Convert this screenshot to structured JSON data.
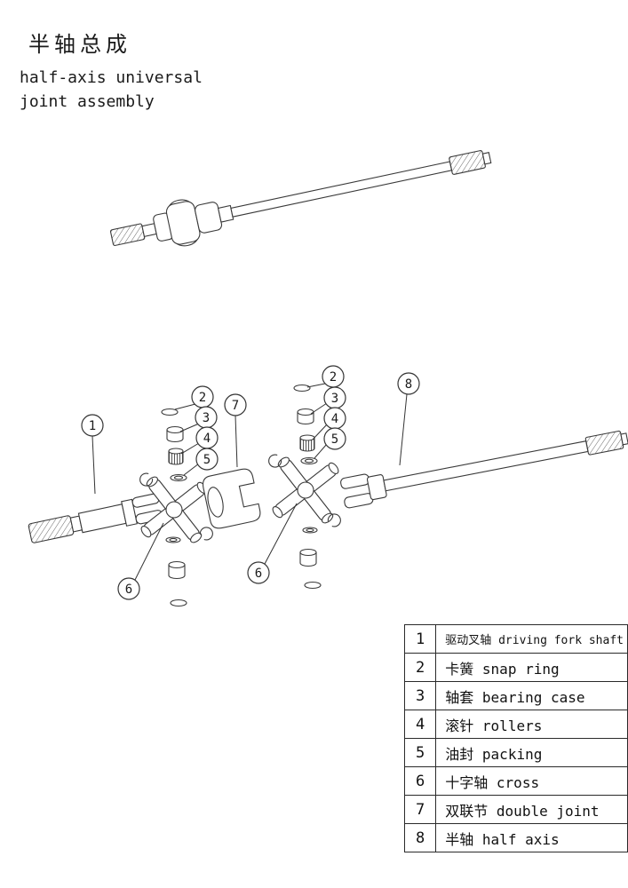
{
  "page": {
    "title_cn": "半轴总成",
    "title_en_line1": "half-axis universal",
    "title_en_line2": "joint assembly"
  },
  "callouts": {
    "c1": "1",
    "c2a": "2",
    "c3a": "3",
    "c4a": "4",
    "c5a": "5",
    "c6a": "6",
    "c7": "7",
    "c2b": "2",
    "c3b": "3",
    "c4b": "4",
    "c5b": "5",
    "c6b": "6",
    "c8": "8"
  },
  "table": {
    "rows": [
      {
        "num": "1",
        "label": "驱动叉轴 driving fork shaft"
      },
      {
        "num": "2",
        "label": "卡簧 snap ring"
      },
      {
        "num": "3",
        "label": "轴套 bearing case"
      },
      {
        "num": "4",
        "label": "滚针 rollers"
      },
      {
        "num": "5",
        "label": "油封 packing"
      },
      {
        "num": "6",
        "label": "十字轴 cross"
      },
      {
        "num": "7",
        "label": "双联节 double joint"
      },
      {
        "num": "8",
        "label": "半轴 half axis"
      }
    ]
  }
}
